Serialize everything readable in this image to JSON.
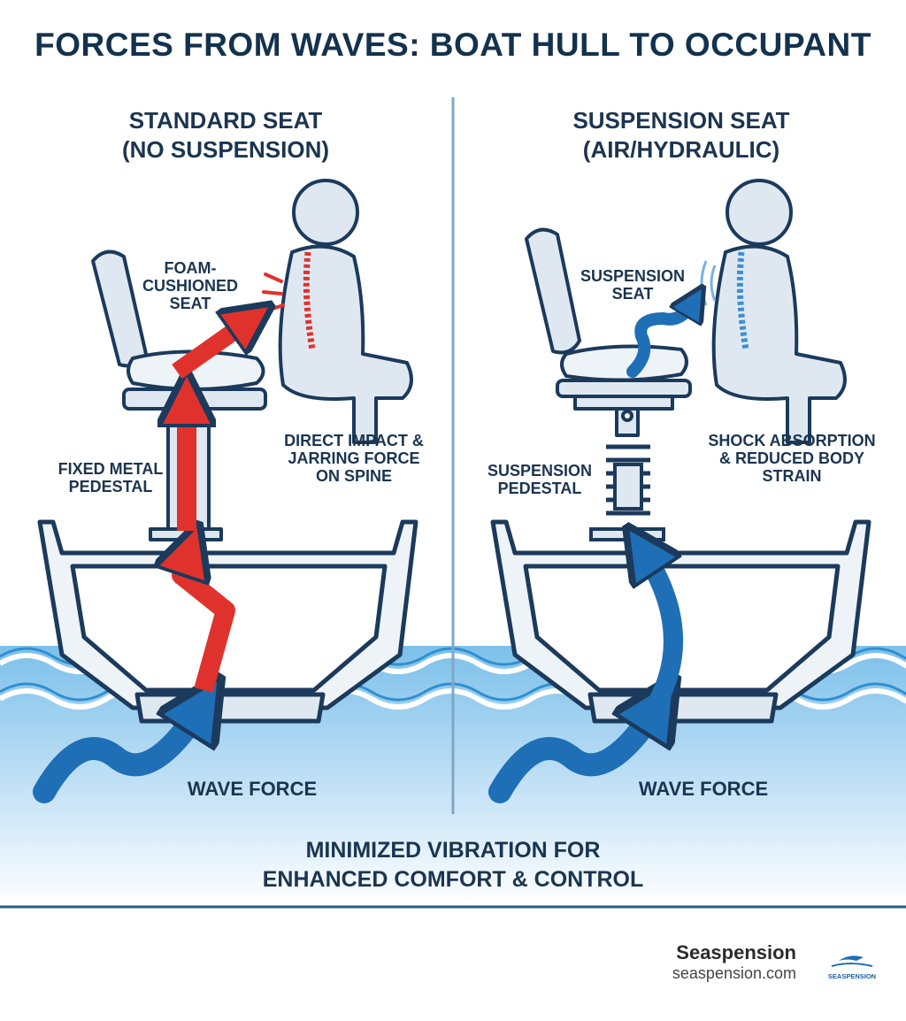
{
  "title": "FORCES FROM WAVES: BOAT HULL TO OCCUPANT",
  "panels": {
    "standard": {
      "title": "STANDARD SEAT\n(NO SUSPENSION)",
      "seat_label": "FOAM-\nCUSHIONED\nSEAT",
      "pedestal_label": "FIXED METAL\nPEDESTAL",
      "effect_label": "DIRECT IMPACT &\nJARRING FORCE\nON SPINE",
      "wave_label": "WAVE FORCE"
    },
    "suspension": {
      "title": "SUSPENSION SEAT\n(AIR/HYDRAULIC)",
      "seat_label": "SUSPENSION\nSEAT",
      "pedestal_label": "SUSPENSION\nPEDESTAL",
      "effect_label": "SHOCK ABSORPTION\n& REDUCED BODY\nSTRAIN",
      "wave_label": "WAVE FORCE"
    }
  },
  "footer": {
    "text": "MINIMIZED VIBRATION FOR\nENHANCED COMFORT & CONTROL"
  },
  "brand": {
    "name": "Seaspension",
    "url": "seaspension.com",
    "logo_text": "SEASPENSION"
  },
  "colors": {
    "force_standard": "#e0322c",
    "force_suspension": "#1f6fb6",
    "wave": "#2f8fd0",
    "outline": "#1b3a5c",
    "fill": "#dfe8f1"
  }
}
